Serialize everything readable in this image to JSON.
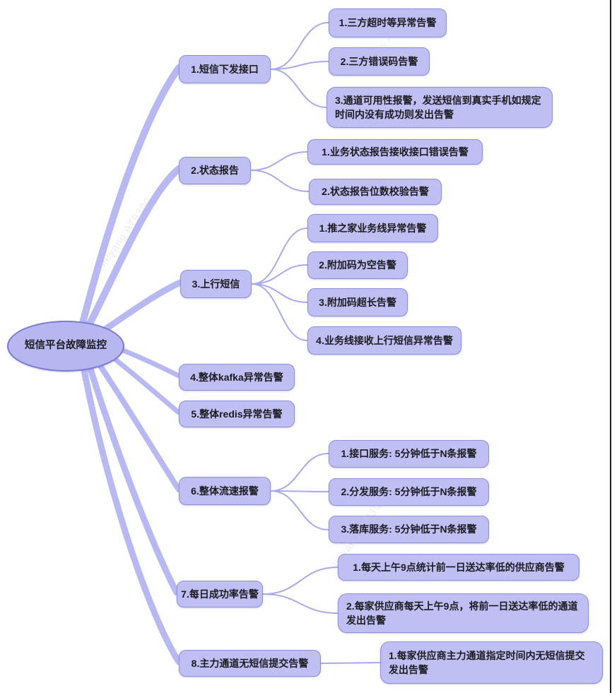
{
  "root": {
    "label": "短信平台故障监控"
  },
  "branches": [
    {
      "label": "1.短信下发接口",
      "children": [
        {
          "label": "1.三方超时等异常告警"
        },
        {
          "label": "2.三方错误码告警"
        },
        {
          "label": "3.通道可用性报警，发送短信到真实手机如规定时间内没有成功则发出告警"
        }
      ]
    },
    {
      "label": "2.状态报告",
      "children": [
        {
          "label": "1.业务状态报告接收接口错误告警"
        },
        {
          "label": "2.状态报告位数校验告警"
        }
      ]
    },
    {
      "label": "3.上行短信",
      "children": [
        {
          "label": "1.推之家业务线异常告警"
        },
        {
          "label": "2.附加码为空告警"
        },
        {
          "label": "3.附加码超长告警"
        },
        {
          "label": "4.业务线接收上行短信异常告警"
        }
      ]
    },
    {
      "label": "4.整体kafka异常告警",
      "children": []
    },
    {
      "label": "5.整体redis异常告警",
      "children": []
    },
    {
      "label": "6.整体流速报警",
      "children": [
        {
          "label": "1.接口服务: 5分钟低于N条报警"
        },
        {
          "label": "2.分发服务: 5分钟低于N条报警"
        },
        {
          "label": "3.落库服务: 5分钟低于N条报警"
        }
      ]
    },
    {
      "label": "7.每日成功率告警",
      "children": [
        {
          "label": "1.每天上午9点统计前一日送达率低的供应商告警"
        },
        {
          "label": "2.每家供应商每天上午9点，将前一日送达率低的通道发出告警"
        }
      ]
    },
    {
      "label": "8.主力通道无短信提交告警",
      "children": [
        {
          "label": "1.每家供应商主力通道指定时间内无短信提交发出告警"
        }
      ]
    }
  ],
  "watermark": "liuyang AT9300",
  "colors": {
    "node_fill": "#bfbff4",
    "node_border": "#8f8fdf",
    "root_fill": "#b6b6f1",
    "root_border": "#7a7ad2",
    "beam": "#b8b8f2",
    "connector": "#a9a9ee",
    "text": "#1b1b1f",
    "edge_line": "#1c1c1c"
  }
}
